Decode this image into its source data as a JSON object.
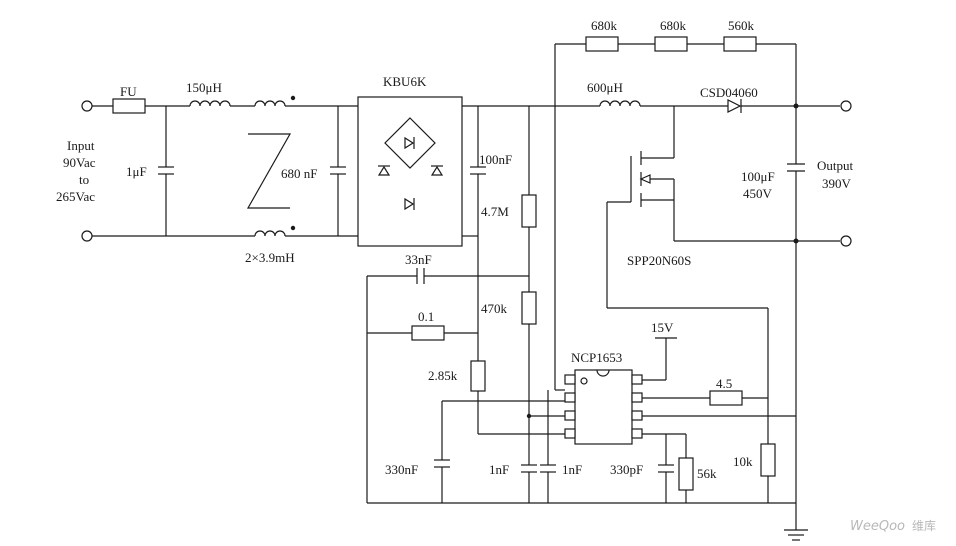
{
  "labels": {
    "fuse": "FU",
    "inductor_150": "150μH",
    "cm_choke": "2×3.9mH",
    "bridge": "KBU6K",
    "inductor_600": "600μH",
    "diode": "CSD04060",
    "r680a": "680k",
    "r680b": "680k",
    "r560": "560k",
    "input_l1": "Input",
    "input_l2": "90Vac",
    "input_l3": "to",
    "input_l4": "265Vac",
    "cap_1u": "1μF",
    "cap_680n": "680 nF",
    "cap_100n": "100nF",
    "r4_7m": "4.7M",
    "r470k": "470k",
    "cap_33n": "33nF",
    "r0_1": "0.1",
    "r2_85k": "2.85k",
    "cap_330n": "330nF",
    "cap_1na": "1nF",
    "cap_1nb": "1nF",
    "cap_330p": "330pF",
    "r56k": "56k",
    "ic": "NCP1653",
    "vcc": "15V",
    "r4_5": "4.5",
    "r10k": "10k",
    "out_cap_l1": "100μF",
    "out_cap_l2": "450V",
    "output_l1": "Output",
    "output_l2": "390V",
    "mosfet": "SPP20N60S"
  },
  "watermark": {
    "brand": "WeeQoo",
    "suffix": "维库"
  }
}
